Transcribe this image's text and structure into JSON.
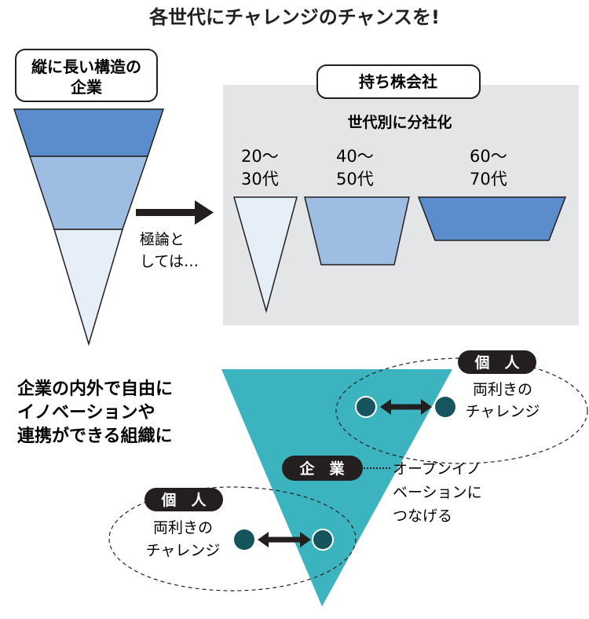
{
  "title": "各世代にチャレンジのチャンスを!",
  "vertical_company": {
    "label_line1": "縦に長い構造の",
    "label_line2": "企業"
  },
  "arrow_caption": {
    "line1": "極論と",
    "line2": "しては…"
  },
  "holding": {
    "label": "持ち株会社",
    "subtitle": "世代別に分社化",
    "groups": [
      {
        "line1": "20〜",
        "line2": "30代"
      },
      {
        "line1": "40〜",
        "line2": "50代"
      },
      {
        "line1": "60〜",
        "line2": "70代"
      }
    ]
  },
  "bottom": {
    "heading_line1": "企業の内外で自由に",
    "heading_line2": "イノベーションや",
    "heading_line3": "連携ができる組織に",
    "company_badge": "企　業",
    "open_innovation": {
      "line1": "オープンイノ",
      "line2": "ベーションに",
      "line3": "つなげる"
    },
    "individual_top": {
      "badge": "個　人",
      "line1": "両利きの",
      "line2": "チャレンジ"
    },
    "individual_bottom": {
      "badge": "個　人",
      "line1": "両利きの",
      "line2": "チャレンジ"
    }
  },
  "colors": {
    "dark_blue": "#5b8dcc",
    "mid_blue": "#9dbde3",
    "light_blue": "#e6eef8",
    "teal": "#3cb4bf",
    "navy_dot": "#16545e",
    "gray_panel": "#e3e5e6",
    "dark": "#231f20"
  }
}
